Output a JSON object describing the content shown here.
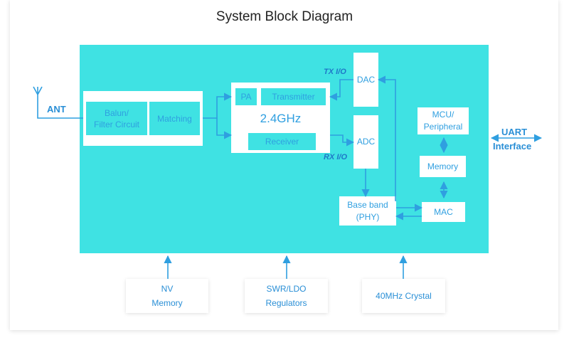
{
  "title": "System Block Diagram",
  "labels": {
    "ant": "ANT",
    "uart": "UART",
    "interface": "Interface",
    "tx_io": "TX I/O",
    "rx_io": "RX I/O"
  },
  "blocks": {
    "balun_line1": "Balun/",
    "balun_line2": "Filter Circuit",
    "matching": "Matching",
    "pa": "PA",
    "transmitter": "Transmitter",
    "freq": "2.4GHz",
    "receiver": "Receiver",
    "dac": "DAC",
    "adc": "ADC",
    "mcu_line1": "MCU/",
    "mcu_line2": "Peripheral",
    "memory": "Memory",
    "baseband_line1": "Base band",
    "baseband_line2": "(PHY)",
    "mac": "MAC"
  },
  "external": {
    "nv_line1": "NV",
    "nv_line2": "Memory",
    "swr_line1": "SWR/LDO",
    "swr_line2": "Regulators",
    "crystal": "40MHz Crystal"
  },
  "colors": {
    "chip": "#3fe2e3",
    "box": "#ffffff",
    "arrow": "#2f9fe0",
    "text": "#2f9fe0",
    "title": "#222222"
  }
}
